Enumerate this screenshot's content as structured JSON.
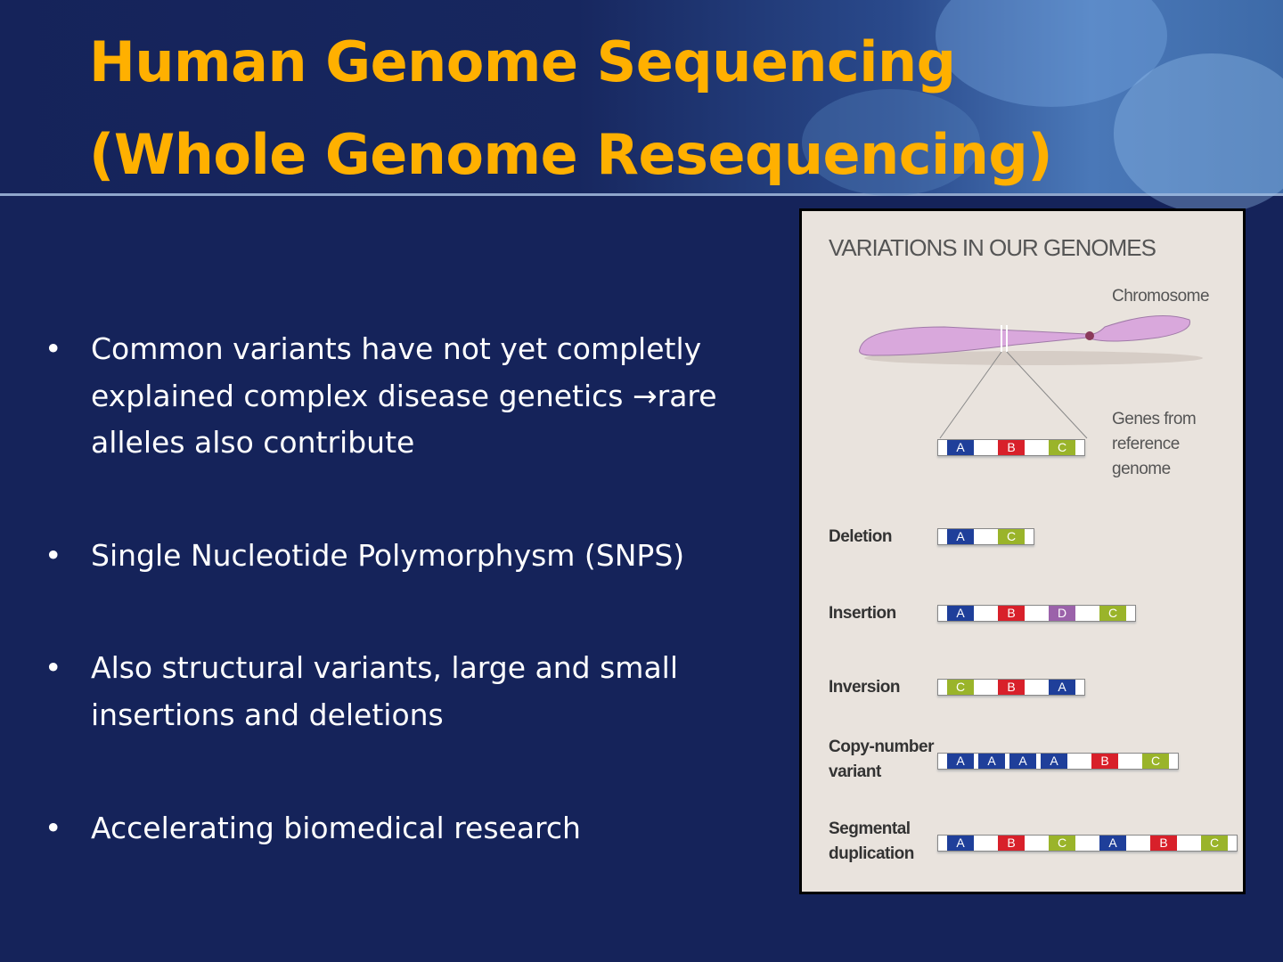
{
  "title": {
    "line1": "Human Genome Sequencing",
    "line2": "(Whole Genome Resequencing)"
  },
  "bullets": [
    {
      "lines": [
        "Common variants have not yet completly",
        "explained complex disease genetics →rare",
        "alleles also contribute"
      ]
    },
    {
      "lines": [
        "Single Nucleotide Polymorphysm  (SNPS)"
      ]
    },
    {
      "lines": [
        "Also structural variants, large and small",
        "insertions and deletions"
      ]
    },
    {
      "lines": [
        "Accelerating biomedical research"
      ]
    }
  ],
  "figure": {
    "title": "VARIATIONS IN OUR GENOMES",
    "chromosome_label": "Chromosome",
    "reference_label": [
      "Genes from",
      "reference",
      "genome"
    ],
    "gene_colors": {
      "A": "#1f3f9a",
      "B": "#d8202a",
      "C": "#9ab42a",
      "D": "#9b62aa"
    },
    "reference": [
      "A",
      "B",
      "C"
    ],
    "rows": [
      {
        "label": [
          "Deletion"
        ],
        "genes": [
          "A",
          "C"
        ]
      },
      {
        "label": [
          "Insertion"
        ],
        "genes": [
          "A",
          "B",
          "D",
          "C"
        ]
      },
      {
        "label": [
          "Inversion"
        ],
        "genes": [
          "C",
          "B",
          "A"
        ]
      },
      {
        "label": [
          "Copy-number",
          "variant"
        ],
        "genes": [
          "A",
          "A",
          "A",
          "A",
          "B",
          "C"
        ]
      },
      {
        "label": [
          "Segmental",
          "duplication"
        ],
        "genes": [
          "A",
          "B",
          "C",
          "A",
          "B",
          "C"
        ]
      }
    ]
  }
}
